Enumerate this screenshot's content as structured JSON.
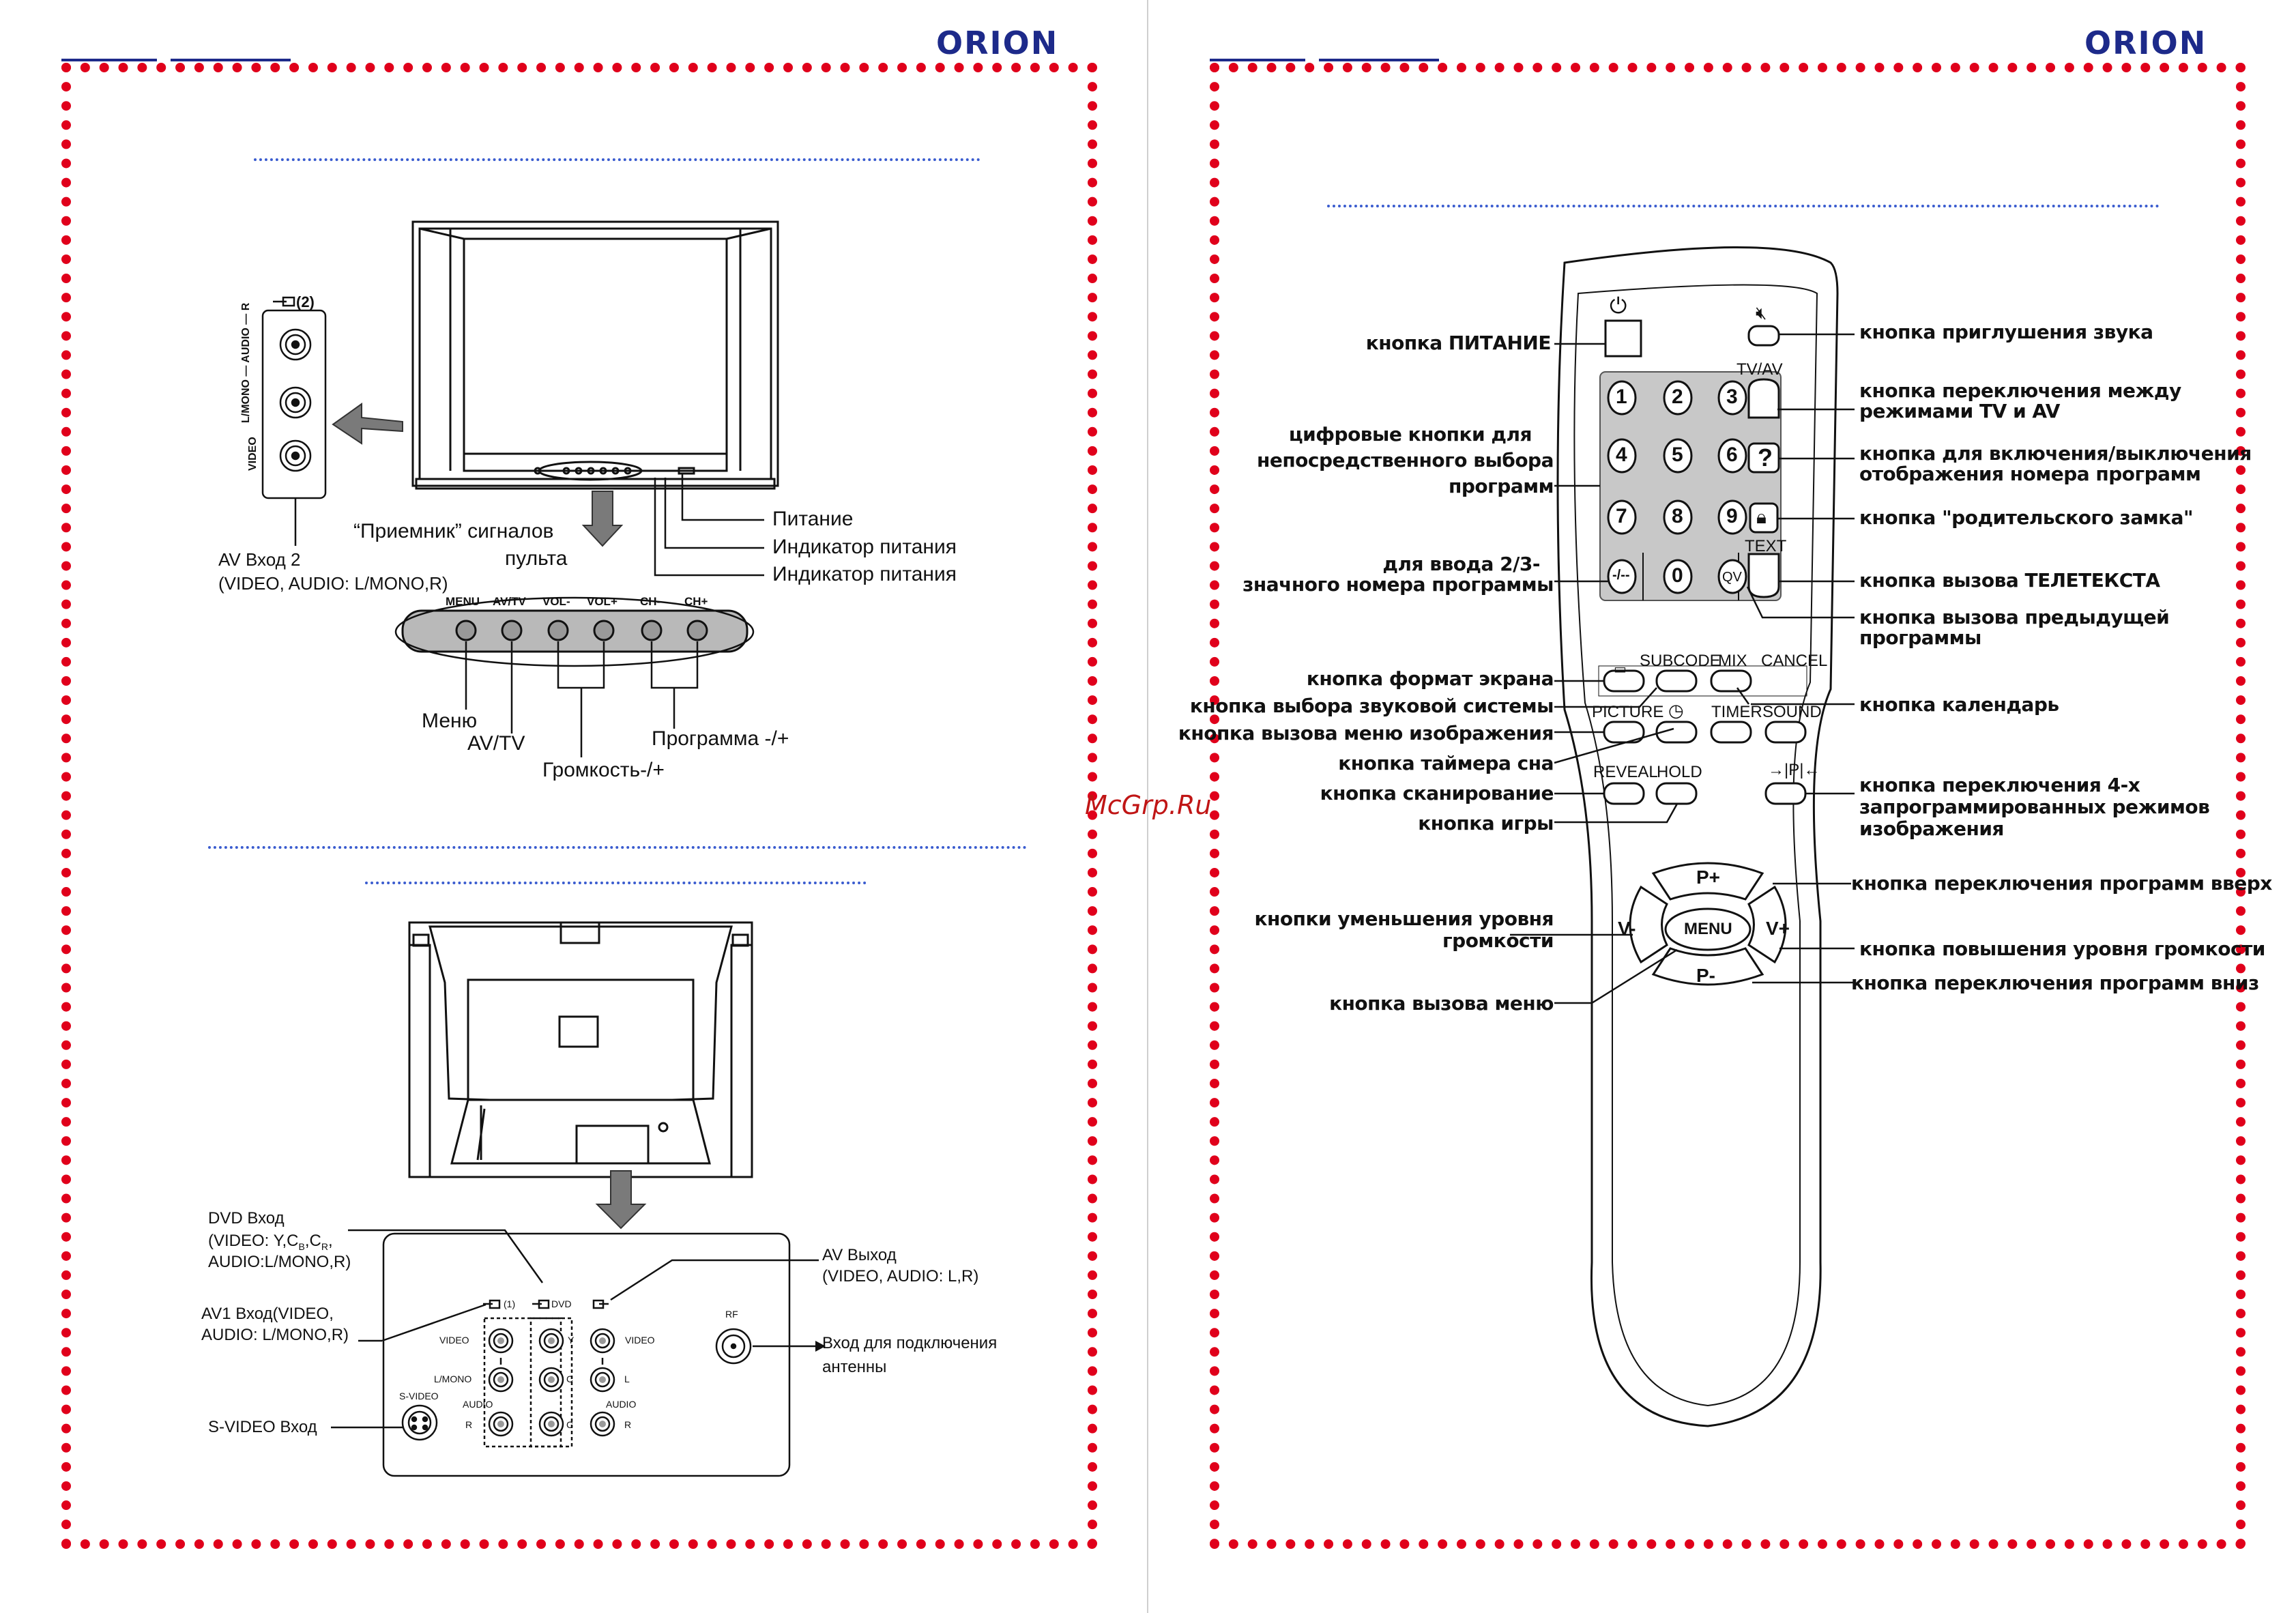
{
  "brand": "ORION",
  "watermark": "McGrp.Ru",
  "left_page": {
    "side_panel": {
      "input_label": "(2)",
      "jack_label_top": "L/MONO — AUDIO — R",
      "jack_label_video": "VIDEO",
      "av_input_label": "AV Вход 2",
      "av_input_detail": "(VIDEO, AUDIO: L/MONO,R)"
    },
    "front_callouts": {
      "receiver": "“Приемник” сигналов",
      "receiver_line2": "пульта",
      "power": "Питание",
      "indicator1": "Индикатор питания",
      "indicator2": "Индикатор питания"
    },
    "control_panel": {
      "buttons": [
        "MENU",
        "AV/TV",
        "VOL-",
        "VOL+",
        "CH-",
        "CH+"
      ],
      "menu": "Меню",
      "avtv": "AV/TV",
      "volume": "Громкость-/+",
      "program": "Программа -/+"
    },
    "rear_panel": {
      "dvd_input": "DVD Вход",
      "dvd_detail_1": "(VIDEO: Y,C",
      "dvd_detail_b": "B",
      "dvd_detail_2": ",C",
      "dvd_detail_r": "R",
      "dvd_detail_3": ",",
      "dvd_detail_4": "AUDIO:L/MONO,R)",
      "av_output": "AV Выход",
      "av_output_detail": "(VIDEO, AUDIO: L,R)",
      "av1_input": "AV1 Вход(VIDEO,",
      "av1_detail": "AUDIO: L/MONO,R)",
      "svideo_input": "S-VIDEO Вход",
      "antenna_input": "Вход для подключения",
      "antenna_line2": "антенны",
      "jack_in1": "(1)",
      "jack_dvd": "DVD",
      "jack_video": "VIDEO",
      "jack_lmono": "L/MONO",
      "jack_audio": "AUDIO",
      "jack_r": "R",
      "jack_y": "Y",
      "jack_cb": "C",
      "jack_cr": "C",
      "jack_video_out": "VIDEO",
      "jack_l": "L",
      "jack_audio_out": "AUDIO",
      "jack_r_out": "R",
      "jack_rf": "RF",
      "jack_svideo": "S-VIDEO"
    }
  },
  "right_page": {
    "remote_buttons": {
      "digits": [
        "1",
        "2",
        "3",
        "4",
        "5",
        "6",
        "7",
        "8",
        "9",
        "-/--",
        "0",
        "QV"
      ],
      "tvav": "TV/AV",
      "question": "?",
      "text": "TEXT",
      "subcode": "SUBCODE",
      "mix": "MIX",
      "cancel": "CANCEL",
      "picture": "PICTURE",
      "timer": "TIMER",
      "sound": "SOUND",
      "reveal": "REVEAL",
      "hold": "HOLD",
      "p_plus": "P+",
      "p_minus": "P-",
      "v_minus": "V-",
      "v_plus": "V+",
      "menu": "MENU"
    },
    "labels_left": [
      "кнопка ПИТАНИЕ",
      "цифровые кнопки для",
      "непосредственного выбора",
      "программ",
      "для ввода 2/3-",
      "значного номера программы",
      "кнопка формат экрана",
      "кнопка выбора звуковой системы",
      "кнопка вызова меню изображения",
      "кнопка таймера сна",
      "кнопка сканирование",
      "кнопка игры",
      "кнопки уменьшения уровня",
      "громкости",
      "кнопка вызова меню"
    ],
    "labels_right": [
      "кнопка приглушения звука",
      "кнопка переключения между",
      "режимами TV и AV",
      "кнопка для включения/выключения",
      "отображения номера программ",
      "кнопка \"родительского замка\"",
      "кнопка вызова ТЕЛЕТЕКСТА",
      "кнопка вызова предыдущей",
      "программы",
      "кнопка календарь",
      "кнопка переключения 4-х",
      "запрограммированных режимов",
      "изображения",
      "кнопка переключения программ вверх",
      "кнопка повышения уровня громкости",
      "кнопка переключения программ вниз"
    ]
  }
}
